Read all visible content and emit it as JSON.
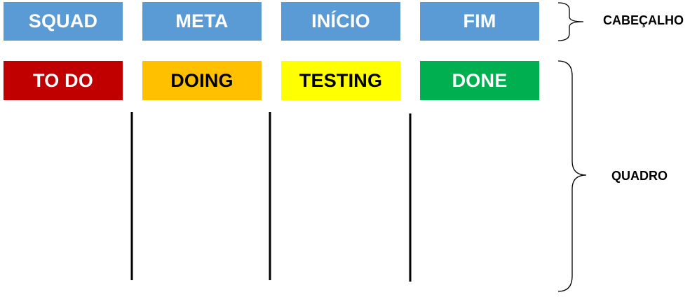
{
  "header": {
    "boxes": [
      {
        "label": "SQUAD"
      },
      {
        "label": "META"
      },
      {
        "label": "INÍCIO"
      },
      {
        "label": "FIM"
      }
    ],
    "label": "CABEÇALHO",
    "color": "#5b9bd5"
  },
  "board": {
    "columns": [
      {
        "label": "TO DO",
        "color": "#c00000",
        "text_color": "#ffffff"
      },
      {
        "label": "DOING",
        "color": "#ffc000",
        "text_color": "#000000"
      },
      {
        "label": "TESTING",
        "color": "#ffff00",
        "text_color": "#000000"
      },
      {
        "label": "DONE",
        "color": "#00b050",
        "text_color": "#ffffff"
      }
    ],
    "label": "QUADRO"
  }
}
